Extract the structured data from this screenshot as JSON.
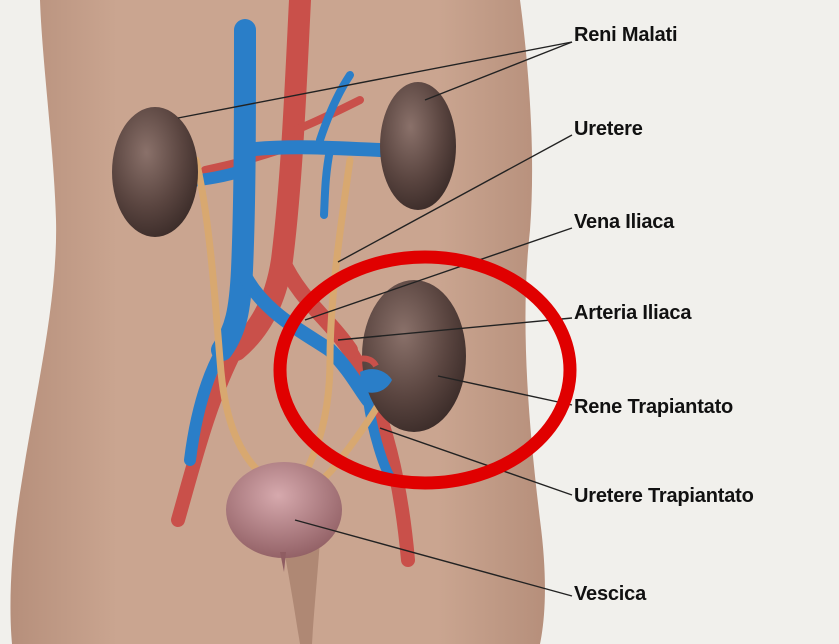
{
  "labels": {
    "reni_malati": "Reni Malati",
    "uretere": "Uretere",
    "vena_iliaca": "Vena Iliaca",
    "arteria_iliaca": "Arteria Iliaca",
    "rene_trapiantato": "Rene Trapiantato",
    "uretere_trapiantato": "Uretere Trapiantato",
    "vescica": "Vescica"
  },
  "colors": {
    "background": "#f1f0ec",
    "skin": "#c9a48f",
    "kidney": "#5a4540",
    "vein": "#2a7ec8",
    "artery": "#c9504a",
    "ureter": "#d8a870",
    "bladder": "#b9868a",
    "highlight_circle": "#e00000",
    "leader_line": "#222222"
  }
}
